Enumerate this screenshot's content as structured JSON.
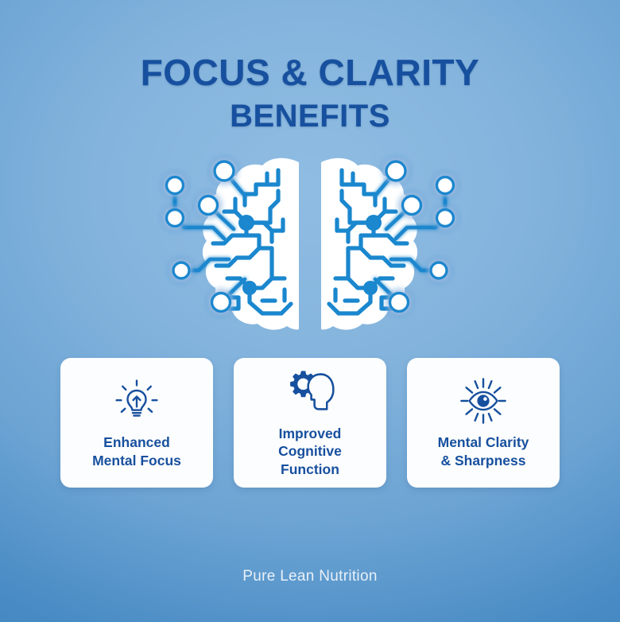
{
  "poster": {
    "background_color_center": "#8fbce2",
    "background_color_edge": "#3a80bd"
  },
  "header": {
    "title_line1": "FOCUS & CLARITY",
    "title_line2": "BENEFITS",
    "title_color": "#17509e"
  },
  "hero": {
    "icon_name": "circuit-brain-illustration",
    "brain_fill": "#ffffff",
    "circuit_color": "#1a87ce",
    "node_glow_color": "#5fd2ff"
  },
  "cards": [
    {
      "icon": "lightbulb-arrow-icon",
      "label": "Enhanced\nMental Focus",
      "text_color": "#17509e"
    },
    {
      "icon": "gear-head-profile-icon",
      "label": "Improved\nCognitive\nFunction",
      "text_color": "#17509e"
    },
    {
      "icon": "eye-rays-icon",
      "label": "Mental Clarity\n& Sharpness",
      "text_color": "#17509e"
    }
  ],
  "footer": {
    "brand": "Pure Lean Nutrition",
    "color": "#e8f0f8"
  }
}
